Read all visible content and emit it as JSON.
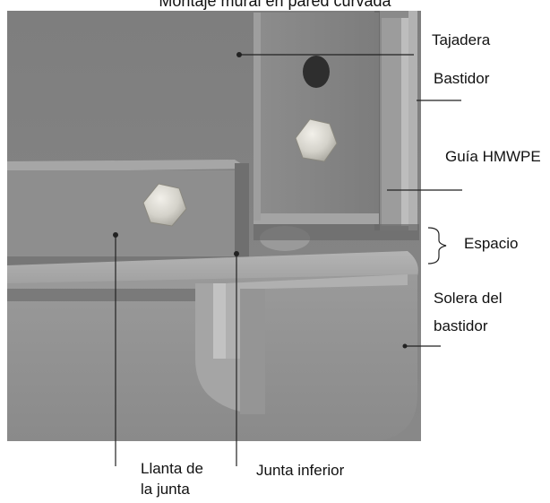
{
  "title": "Montaje mural en pared curvada",
  "labels": {
    "tajadera": "Tajadera",
    "bastidor": "Bastidor",
    "guia": "Guía HMWPE",
    "espacio": "Espacio",
    "solera_line1": "Solera del",
    "solera_line2": "bastidor",
    "llanta_line1": "Llanta de",
    "llanta_line2": "la junta",
    "junta_inferior": "Junta inferior"
  },
  "colors": {
    "steel_dark": "#7b7b7b",
    "steel_mid": "#8f8f8f",
    "steel_light": "#a9a9a9",
    "bolt": "#d8d6cf",
    "leader": "#222222"
  }
}
